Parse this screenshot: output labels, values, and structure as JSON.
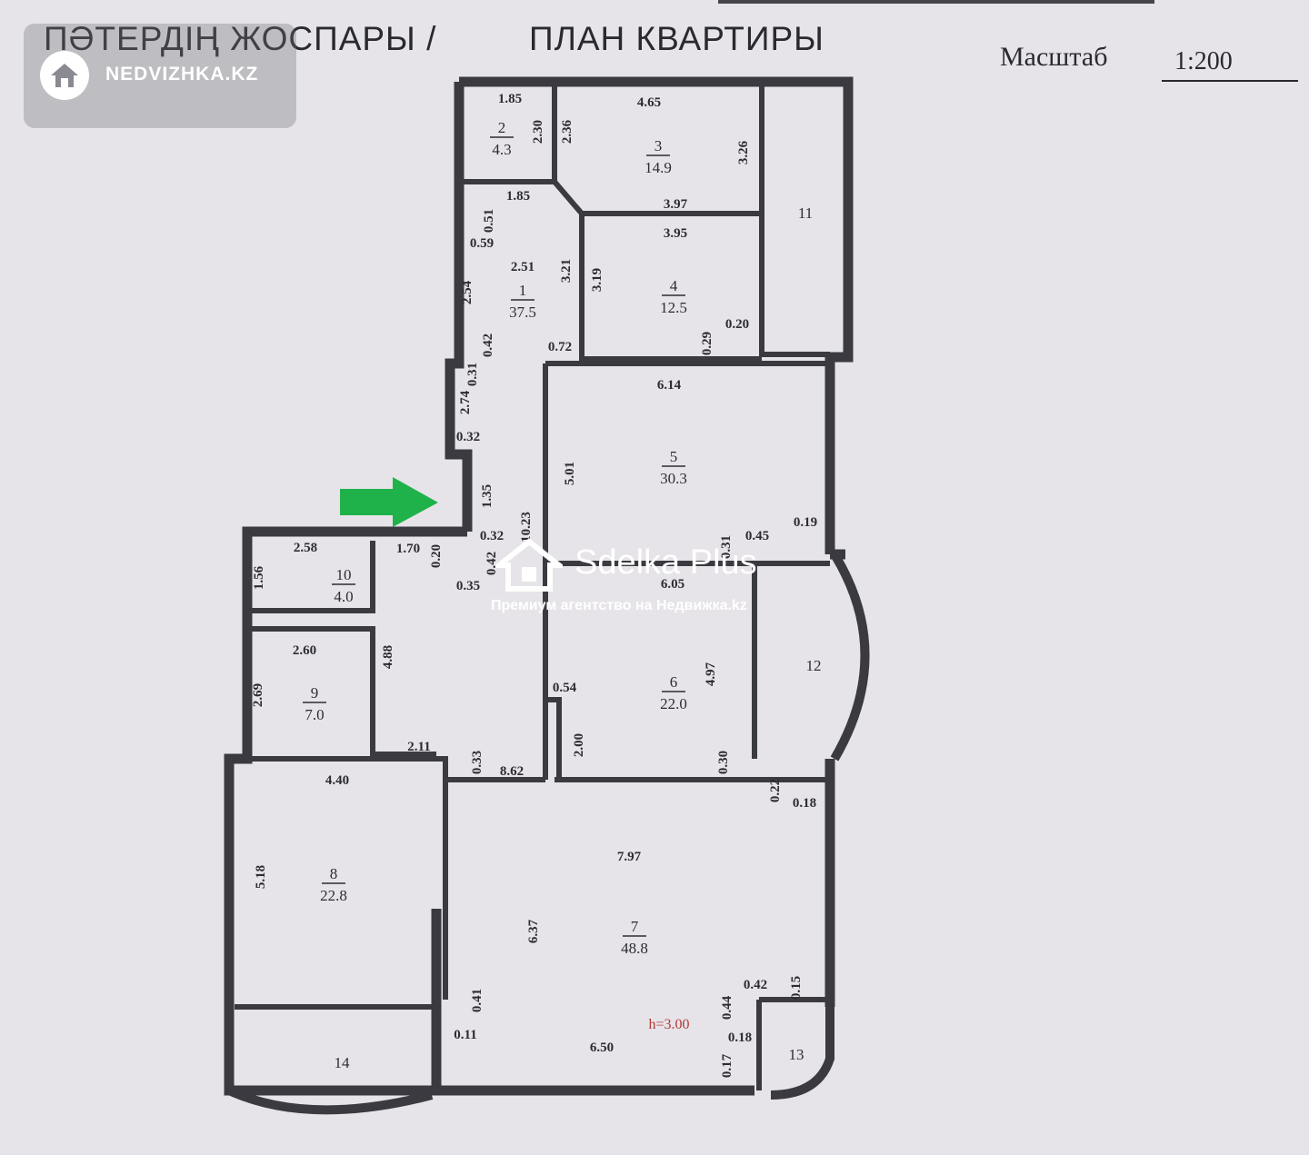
{
  "header": {
    "title_kz": "ПӘТЕРДІҢ ЖОСПАРЫ /",
    "title_ru": "ПЛАН КВАРТИРЫ",
    "scale_label": "Масштаб",
    "scale_value": "1:200"
  },
  "branding": {
    "site_badge": "NEDVIZHKA.KZ",
    "watermark_title": "Sdelka Plus",
    "watermark_subtitle": "Премиум агентство на Недвижка.kz"
  },
  "plan": {
    "ceiling_height": "h=3.00",
    "rooms": [
      {
        "number": "1",
        "area": "37.5"
      },
      {
        "number": "2",
        "area": "4.3"
      },
      {
        "number": "3",
        "area": "14.9"
      },
      {
        "number": "4",
        "area": "12.5"
      },
      {
        "number": "5",
        "area": "30.3"
      },
      {
        "number": "6",
        "area": "22.0"
      },
      {
        "number": "7",
        "area": "48.8"
      },
      {
        "number": "8",
        "area": "22.8"
      },
      {
        "number": "9",
        "area": "7.0"
      },
      {
        "number": "10",
        "area": "4.0"
      },
      {
        "number": "11",
        "area": ""
      },
      {
        "number": "12",
        "area": ""
      },
      {
        "number": "13",
        "area": ""
      },
      {
        "number": "14",
        "area": ""
      }
    ],
    "dimensions": [
      "1.85",
      "2.30",
      "2.36",
      "4.65",
      "3.26",
      "3.97",
      "1.85",
      "0.51",
      "0.59",
      "2.51",
      "3.21",
      "3.19",
      "2.54",
      "3.95",
      "0.42",
      "0.72",
      "0.29",
      "0.20",
      "0.31",
      "2.74",
      "6.14",
      "0.32",
      "5.01",
      "10.23",
      "1.35",
      "0.32",
      "0.31",
      "0.45",
      "0.19",
      "0.20",
      "0.42",
      "0.35",
      "2.58",
      "1.70",
      "1.56",
      "6.05",
      "4.97",
      "2.60",
      "4.88",
      "2.69",
      "0.54",
      "2.00",
      "2.11",
      "0.33",
      "8.62",
      "0.30",
      "0.22",
      "0.18",
      "4.40",
      "7.97",
      "5.18",
      "6.37",
      "0.41",
      "0.44",
      "0.42",
      "0.15",
      "0.11",
      "0.18",
      "0.17",
      "6.50"
    ]
  },
  "colors": {
    "background": "#e6e4e8",
    "wall": "#3a3a40",
    "arrow": "#1fb24a"
  }
}
